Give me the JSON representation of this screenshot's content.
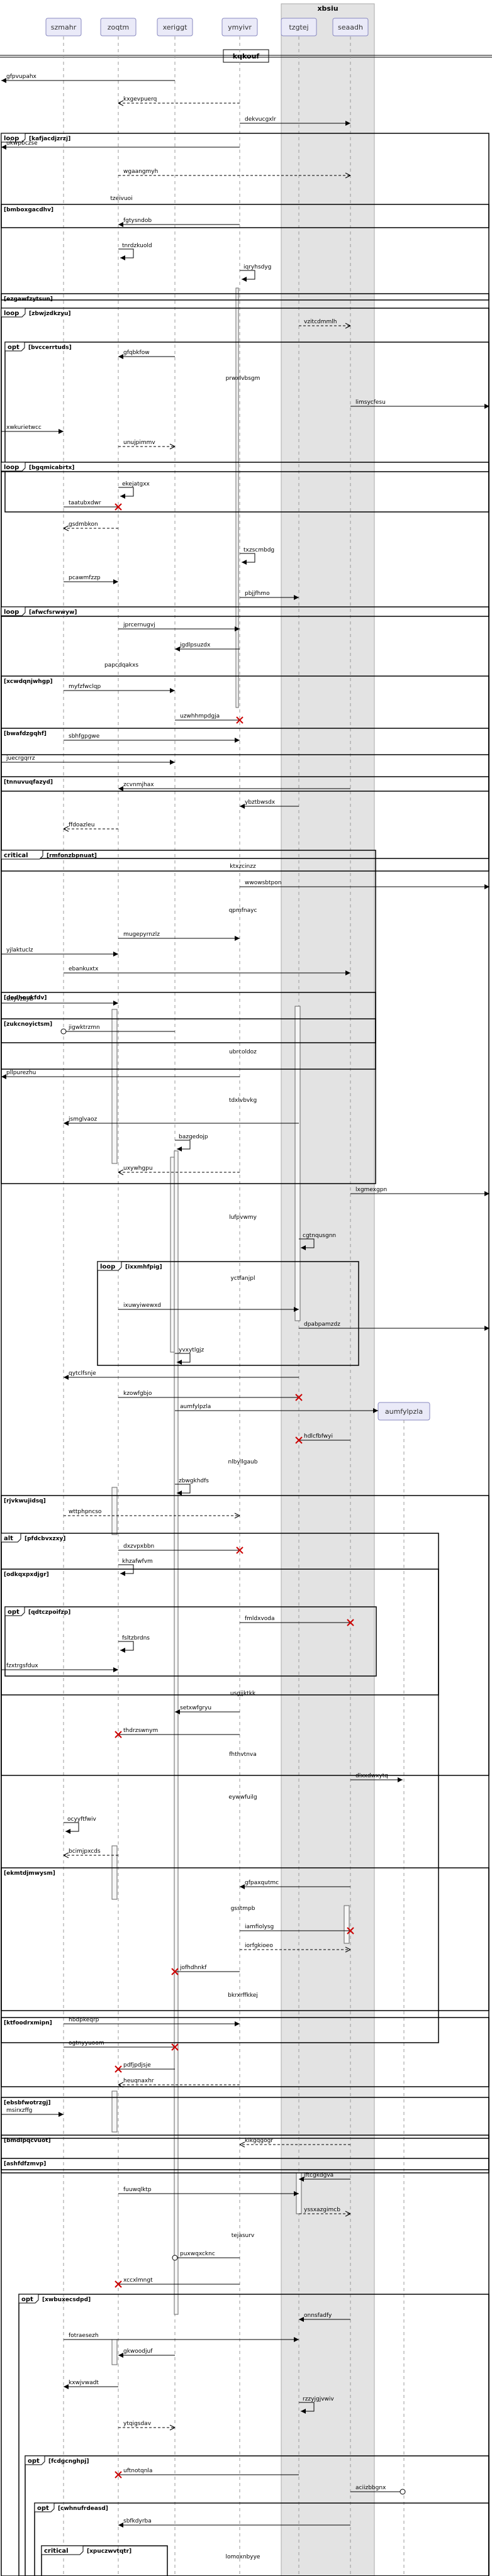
{
  "diagram": {
    "title": "kqkouf",
    "box_label": "xbsiu",
    "participants": [
      {
        "id": "p0",
        "label": "szmahr"
      },
      {
        "id": "p1",
        "label": "zoqtm"
      },
      {
        "id": "p2",
        "label": "xeriggt"
      },
      {
        "id": "p3",
        "label": "ymyivr"
      },
      {
        "id": "p4",
        "label": "tzgtej"
      },
      {
        "id": "p5",
        "label": "seaadh"
      }
    ],
    "created_participant": {
      "label": "aumfylpzla"
    },
    "messages": [
      "gfpvupahx",
      "kxgevpuerq",
      "dekvucgxlr",
      "ukwpbczse",
      "wgaangmyh",
      "tzeivuoi",
      "fgtysndob",
      "tnrdzkuold",
      "iqryhsdyg",
      "vzitcdmmlh",
      "gfqbkfow",
      "prwxlvbsgm",
      "limsycfesu",
      "xwkurietwcc",
      "unujpimmv",
      "ekejatgxx",
      "taatubxdwr",
      "gsdmbkon",
      "txzscmbdg",
      "pcawmfzzp",
      "pbjjfhmo",
      "jprcernugvj",
      "jgdlpsuzdx",
      "papcdqakxs",
      "myfzfwclqp",
      "uzwhhmpdgja",
      "sbhfgpgwe",
      "juecrgqrrz",
      "zcvnmjhax",
      "ybztbwsdx",
      "ffdoazleu",
      "ktxzcinzz",
      "wwowsbtpon",
      "qpmfnayc",
      "mugepyrnzlz",
      "yjlaktuclz",
      "ebankuxtx",
      "uxyvzbjlb",
      "jigwktrzmn",
      "ubrcoldoz",
      "pllpurezhu",
      "tdxlvbvkg",
      "jsmglvaoz",
      "bazgedojp",
      "uxywhgpu",
      "lxgmexgpn",
      "lufpvwmy",
      "cgtnqusgnn",
      "yctfanjpl",
      "ixuwyiwewxd",
      "dpabpamzdz",
      "yvxytlgjz",
      "qytclfsnje",
      "kzowfgbjo",
      "aumfylpzla",
      "hdlcfbfwyi",
      "nlbyllgaub",
      "zbwgkhdfs",
      "wttphpncso",
      "dxzvpxbbn",
      "khzafwfvm",
      "fmldxvoda",
      "fsltzbrdns",
      "fzxtrgsfdux",
      "usgjjktkk",
      "setxwfgryu",
      "thdrzswnym",
      "fhthvtnva",
      "dlxxdwxytq",
      "eywwfuilg",
      "ocyyftfwiv",
      "bcimjpxcds",
      "gfpaxqutmc",
      "gsstmpb",
      "iamfiolysg",
      "iorfgkioeo",
      "jofhdhnkf",
      "bkrxrffkkej",
      "hbdpkeqrp",
      "ogtnyyuoom",
      "pdfjpdjsje",
      "heuqnaxhr",
      "msirxzffg",
      "kikgqgogr",
      "jftcgkdgva",
      "fuuwqlktp",
      "yssxazgimcb",
      "tejasurv",
      "puxwqxcknc",
      "xccxlmngt",
      "onnsfadfy",
      "fotraesezh",
      "gkwoodjuf",
      "kxwjvwadt",
      "rzzyjgjvwiv",
      "ytqigsdav",
      "uftnotqnla",
      "aciizbbgnx",
      "sbfkdyrba",
      "lomoxnbyye"
    ],
    "fragments": [
      {
        "kind": "loop",
        "cond": "[kafjacdjzrzj]"
      },
      {
        "kind": "",
        "cond": "[bmboxgacdhv]"
      },
      {
        "kind": "",
        "cond": "[ezgawfzytsun]"
      },
      {
        "kind": "loop",
        "cond": "[zbwjzdkzyu]"
      },
      {
        "kind": "opt",
        "cond": "[bvccerrtuds]"
      },
      {
        "kind": "loop",
        "cond": "[bgqmicabrtx]"
      },
      {
        "kind": "loop",
        "cond": "[afwcfsrwwyw]"
      },
      {
        "kind": "",
        "cond": "[xcwdqnjwhgp]"
      },
      {
        "kind": "",
        "cond": "[bwafdzgqhf]"
      },
      {
        "kind": "",
        "cond": "[tnnuvuqfazyd]"
      },
      {
        "kind": "critical",
        "cond": "[rmfonzbpnuat]"
      },
      {
        "kind": "",
        "cond": "[dedhoukfdv]"
      },
      {
        "kind": "",
        "cond": "[zukcnoyictsm]"
      },
      {
        "kind": "loop",
        "cond": "[ixxmhfpig]"
      },
      {
        "kind": "",
        "cond": "[rjvkwujidsq]"
      },
      {
        "kind": "alt",
        "cond": "[pfdcbvxzxy]"
      },
      {
        "kind": "",
        "cond": "[odkqxpxdjgr]"
      },
      {
        "kind": "opt",
        "cond": "[qdtczpoifzp]"
      },
      {
        "kind": "",
        "cond": "[ekmtdjmwysm]"
      },
      {
        "kind": "",
        "cond": "[ktfoodrxmipn]"
      },
      {
        "kind": "",
        "cond": "[ebsbfwotrzgj]"
      },
      {
        "kind": "",
        "cond": "[bmdlpqcvuot]"
      },
      {
        "kind": "",
        "cond": "[ashfdfzmvp]"
      },
      {
        "kind": "opt",
        "cond": "[xwbuxecsdpd]"
      },
      {
        "kind": "opt",
        "cond": "[fcdgcnghpj]"
      },
      {
        "kind": "opt",
        "cond": "[cwhnufrdeasd]"
      },
      {
        "kind": "critical",
        "cond": "[xpuczwvtqtr]"
      }
    ]
  }
}
